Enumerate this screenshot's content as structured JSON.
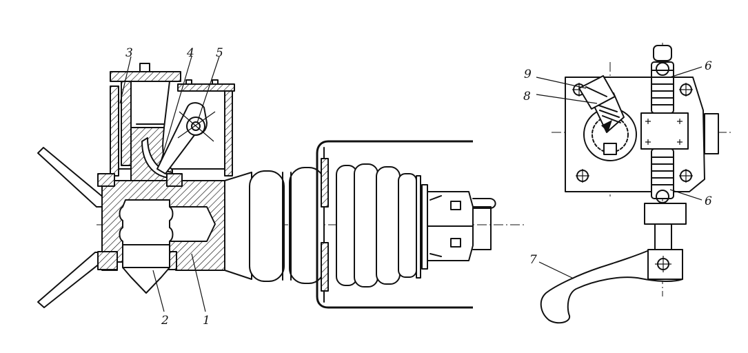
{
  "labels": {
    "l1": "1",
    "l2": "2",
    "l3": "3",
    "l4": "4",
    "l5": "5",
    "l6a": "6",
    "l6b": "6",
    "l7": "7",
    "l8": "8",
    "l9": "9"
  },
  "colors": {
    "ink": "#111111",
    "paper": "#ffffff"
  }
}
